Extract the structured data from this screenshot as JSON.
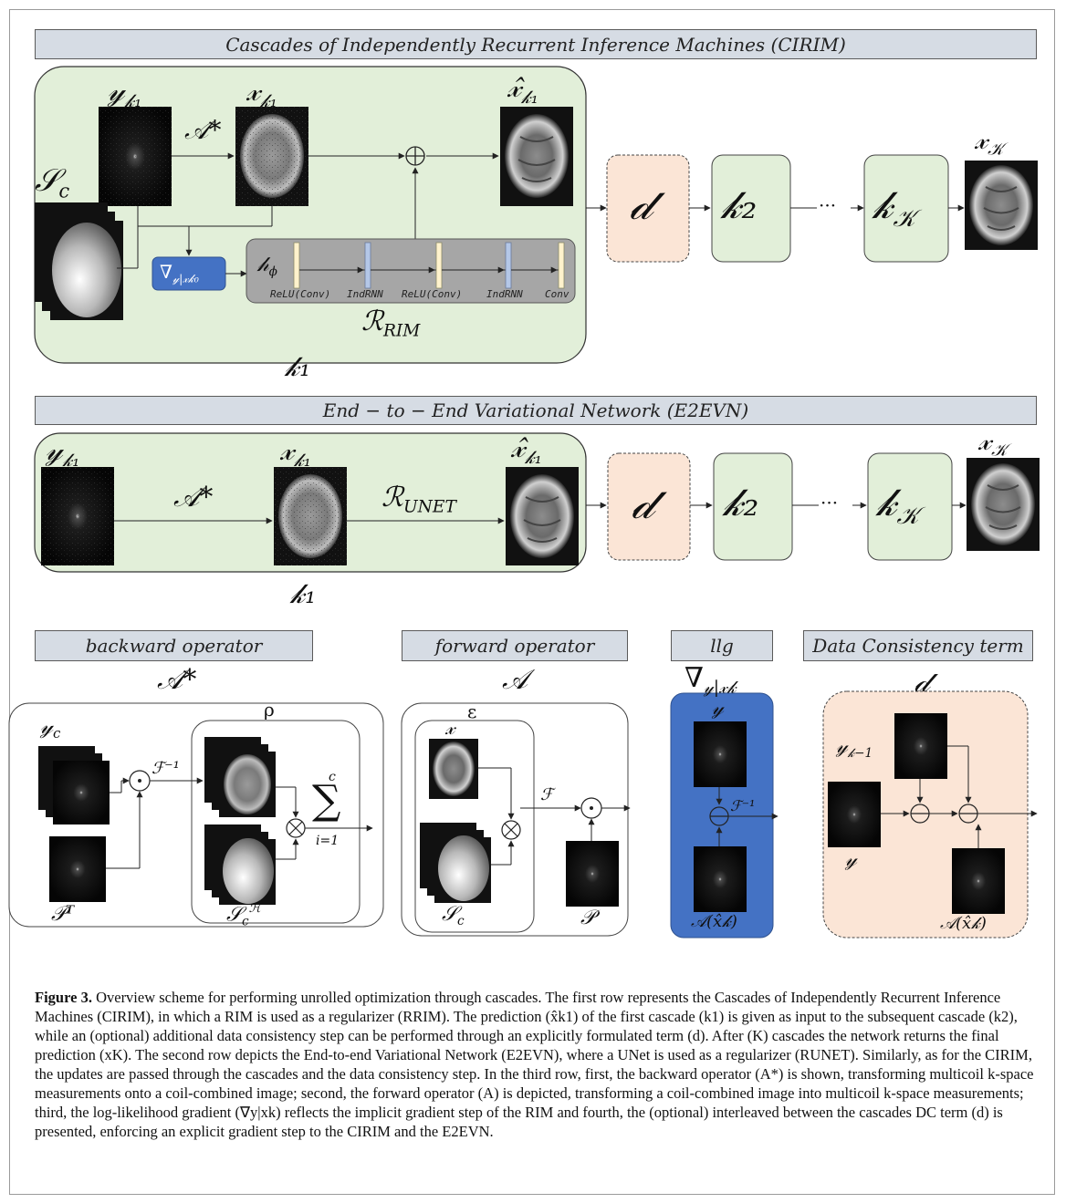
{
  "row1": {
    "banner": "Cascades of Independently Recurrent Inference Machines (CIRIM)",
    "labels": {
      "y_k1": "𝓎",
      "y_k1_sub": "𝓀₁",
      "x_k1": "𝓍",
      "x_k1_sub": "𝓀₁",
      "A_star": "𝒜*",
      "xhat_k1": "𝓍̂",
      "xhat_k1_sub": "𝓀₁",
      "S_c": "𝒮",
      "S_c_sub": "c",
      "grad": "∇",
      "grad_sub": "𝓎|𝓍𝓀₀",
      "h_phi": "𝒽",
      "h_phi_sub": "ϕ",
      "R_rim": "ℛ",
      "R_rim_sub": "RIM",
      "k1": "𝓀₁",
      "d": "𝒹",
      "k2": "𝓀₂",
      "kK": "𝓀",
      "kK_sub": "𝒦",
      "x_K": "𝓍",
      "x_K_sub": "𝒦",
      "dots": "···",
      "oplus": "⊕"
    },
    "layers": [
      "ReLU(Conv)",
      "IndRNN",
      "ReLU(Conv)",
      "IndRNN",
      "Conv"
    ]
  },
  "row2": {
    "banner": "End − to − End Variational Network (E2EVN)",
    "labels": {
      "y_k1": "𝓎",
      "y_k1_sub": "𝓀₁",
      "x_k1": "𝓍",
      "x_k1_sub": "𝓀₁",
      "xhat_k1": "𝓍̂",
      "xhat_k1_sub": "𝓀₁",
      "A_star": "𝒜*",
      "R_unet": "ℛ",
      "R_unet_sub": "UNET",
      "k1": "𝓀₁",
      "d": "𝒹",
      "k2": "𝓀₂",
      "kK": "𝓀",
      "kK_sub": "𝒦",
      "x_K": "𝓍",
      "x_K_sub": "𝒦",
      "dots": "···"
    }
  },
  "row3": {
    "backward": {
      "banner": "backward operator",
      "symbol": "𝒜*",
      "rho": "ρ",
      "y_c": "𝓎",
      "y_c_sub": "c",
      "odot": "⊙",
      "F_inv": "ℱ⁻¹",
      "otimes": "⊗",
      "sum": "∑",
      "sum_top": "c",
      "sum_bottom": "i=1",
      "P_T": "𝒫ᵀ",
      "S_c_H": "𝒮",
      "S_c_H_sub": "c",
      "S_c_H_sup": "ℋ"
    },
    "forward": {
      "banner": "forward operator",
      "symbol": "𝒜",
      "epsilon": "ε",
      "x": "𝓍",
      "otimes": "⊗",
      "F": "ℱ",
      "odot": "⊙",
      "S_c": "𝒮",
      "S_c_sub": "c",
      "P": "𝒫"
    },
    "llg": {
      "banner": "llg",
      "symbol": "∇",
      "symbol_sub": "𝓎|𝓍𝓀",
      "y": "𝓎",
      "ominus": "⊖",
      "F_inv": "ℱ⁻¹",
      "A_xhat": "𝒜(x̂𝓀)"
    },
    "dc": {
      "banner": "Data Consistency term",
      "symbol": "𝒹",
      "y_km1": "𝓎",
      "y_km1_sub": "𝓀−1",
      "y": "𝓎",
      "ominus1": "⊖",
      "ominus2": "⊖",
      "A_xhat": "𝒜(x̂𝓀)"
    }
  },
  "caption": {
    "figure_label": "Figure 3.",
    "text": "Overview scheme for performing unrolled optimization through cascades. The first row represents the Cascades of Independently Recurrent Inference Machines (CIRIM), in which a RIM is used as a regularizer (RRIM). The prediction (x̂k1) of the first cascade (k1) is given as input to the subsequent cascade (k2), while an (optional) additional data consistency step can be performed through an explicitly formulated term (d). After (K) cascades the network returns the final prediction (xK). The second row depicts the End-to-end Variational Network (E2EVN), where a UNet is used as a regularizer (RUNET). Similarly, as for the CIRIM, the updates are passed through the cascades and the data consistency step. In the third row, first, the backward operator (A*) is shown, transforming multicoil k-space measurements onto a coil-combined image; second, the forward operator (A) is depicted, transforming a coil-combined image into multicoil k-space measurements; third, the log-likelihood gradient (∇y|xk) reflects the implicit gradient step of the RIM and fourth, the (optional) interleaved between the cascades DC term (d) is presented, enforcing an explicit gradient step to the CIRIM and the E2EVN."
  },
  "colors": {
    "green_fill": "#e2efd9",
    "peach_fill": "#fbe5d6",
    "blue_fill": "#4472c4",
    "gray_fill": "#a6a6a6",
    "banner_fill": "#d6dce4",
    "layer_yellow": "#fff2cc",
    "layer_blue": "#b4c7e7"
  }
}
